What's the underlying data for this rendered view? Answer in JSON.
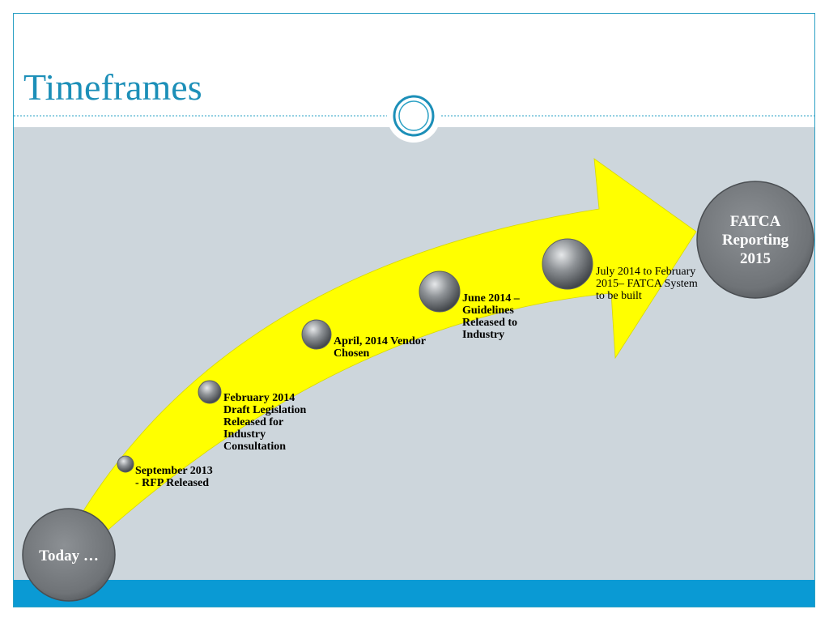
{
  "slide": {
    "title": "Timeframes"
  },
  "start_node": {
    "label": "Today …"
  },
  "end_node": {
    "label": "FATCA Reporting 2015"
  },
  "milestones": [
    {
      "label": "September 2013 - RFP Released",
      "bold": true
    },
    {
      "label": "February 2014 Draft Legislation Released for Industry Consultation",
      "bold": true
    },
    {
      "label": "April, 2014 Vendor Chosen",
      "bold": true
    },
    {
      "label": "June 2014 – Guidelines Released to Industry",
      "bold": true
    },
    {
      "label": "July 2014 to February 2015– FATCA System to be built",
      "bold": false
    }
  ],
  "colors": {
    "title": "#1c8fb8",
    "frame": "#2aa0c4",
    "content_bg": "#cdd6dc",
    "bottom_bar": "#0a9ad4",
    "arrow": "#ffff00",
    "node": "#7b7f83"
  }
}
